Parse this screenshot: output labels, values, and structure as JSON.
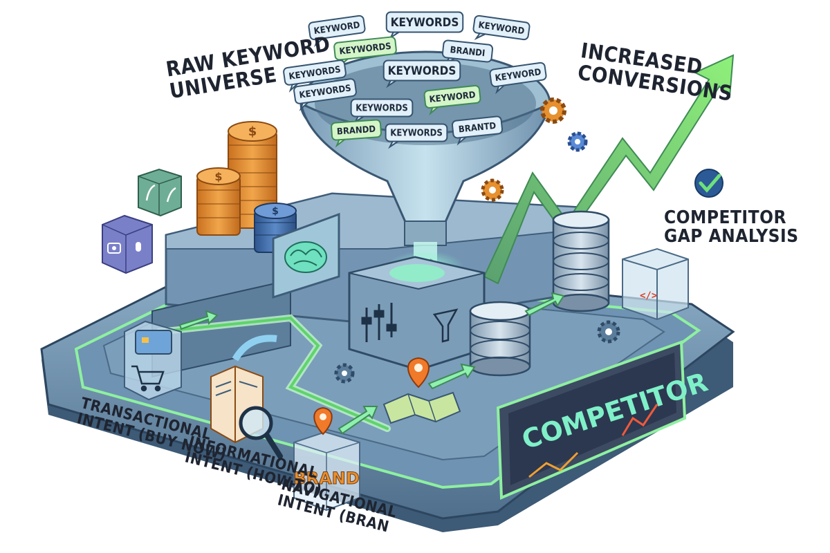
{
  "labels": {
    "raw_keyword": [
      "RAW KEYWORD",
      "UNIVERSE"
    ],
    "increased": [
      "INCREASED",
      "CONVERSIONS"
    ],
    "competitor_gap": [
      "COMPETITOR",
      "GAP ANALYSIS"
    ],
    "transactional": [
      "TRANSACTIONAL",
      "INTENT (BUY NOW)"
    ],
    "informational": [
      "INFORMATIONAL",
      "INTENT (HOW-TO)"
    ],
    "navigational": [
      "NAVIGATIONAL",
      "INTENT (BRAN"
    ]
  },
  "bubbles": [
    {
      "text": "KEYWORD",
      "style": "blue"
    },
    {
      "text": "KEYWORDS",
      "style": "blue"
    },
    {
      "text": "KEYWORD",
      "style": "blue"
    },
    {
      "text": "KEYWORDS",
      "style": "green"
    },
    {
      "text": "BRANDI",
      "style": "blue"
    },
    {
      "text": "KEYWORDS",
      "style": "blue"
    },
    {
      "text": "KEYWORDS",
      "style": "blue"
    },
    {
      "text": "KEYWORD",
      "style": "blue"
    },
    {
      "text": "KEYWORDS",
      "style": "blue"
    },
    {
      "text": "KEYWORD",
      "style": "green"
    },
    {
      "text": "KEYWORDS",
      "style": "blue"
    },
    {
      "text": "BRANDD",
      "style": "green"
    },
    {
      "text": "KEYWORDS",
      "style": "blue"
    },
    {
      "text": "BRANTD",
      "style": "blue"
    }
  ],
  "brand_box": "BRAND",
  "competitor_panel": "COMPETITOR",
  "code_symbol": "</>",
  "colors": {
    "green_accent": "#5fd36b",
    "teal_glow": "#7ff0c8",
    "platform_blue": "#5f86a8",
    "coin_orange": "#e08a2e",
    "coin_blue": "#3f6aa8"
  }
}
